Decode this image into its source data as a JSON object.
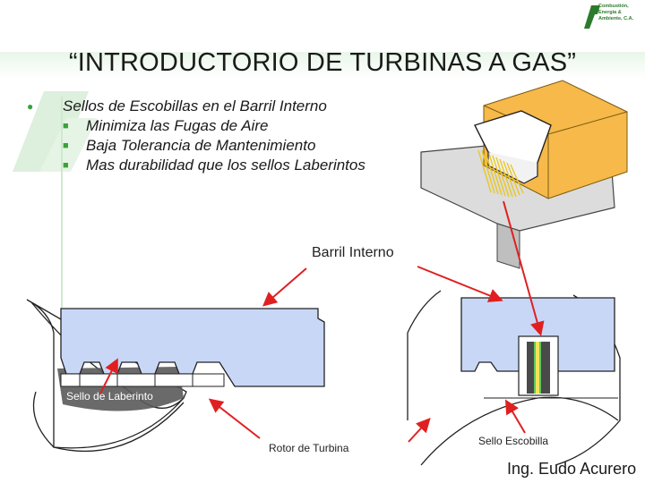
{
  "logo": {
    "lines": [
      "Combustión,",
      "Energía &",
      "Ambiente, C.A."
    ],
    "brand_color": "#2c7a2c"
  },
  "title": "“INTRODUCTORIO DE TURBINAS A GAS”",
  "bullets": {
    "main": "Sellos de Escobillas en el Barril Interno",
    "sub": [
      "Minimiza las Fugas de Aire",
      "Baja Tolerancia de Mantenimiento",
      "Mas durabilidad que los sellos Laberintos"
    ],
    "marker_color": "#39a339"
  },
  "labels": {
    "barril_interno": "Barril Interno",
    "sello_laberinto": "Sello de Laberinto",
    "rotor_turbina": "Rotor de Turbina",
    "sello_escobilla": "Sello Escobilla"
  },
  "footer": "Ing. Eudo Acurero",
  "colors": {
    "seal_fill": "#c9d7f7",
    "arrow": "#e02020",
    "brush_orange": "#f6b94a",
    "brush_yellow": "#f4e25a"
  }
}
